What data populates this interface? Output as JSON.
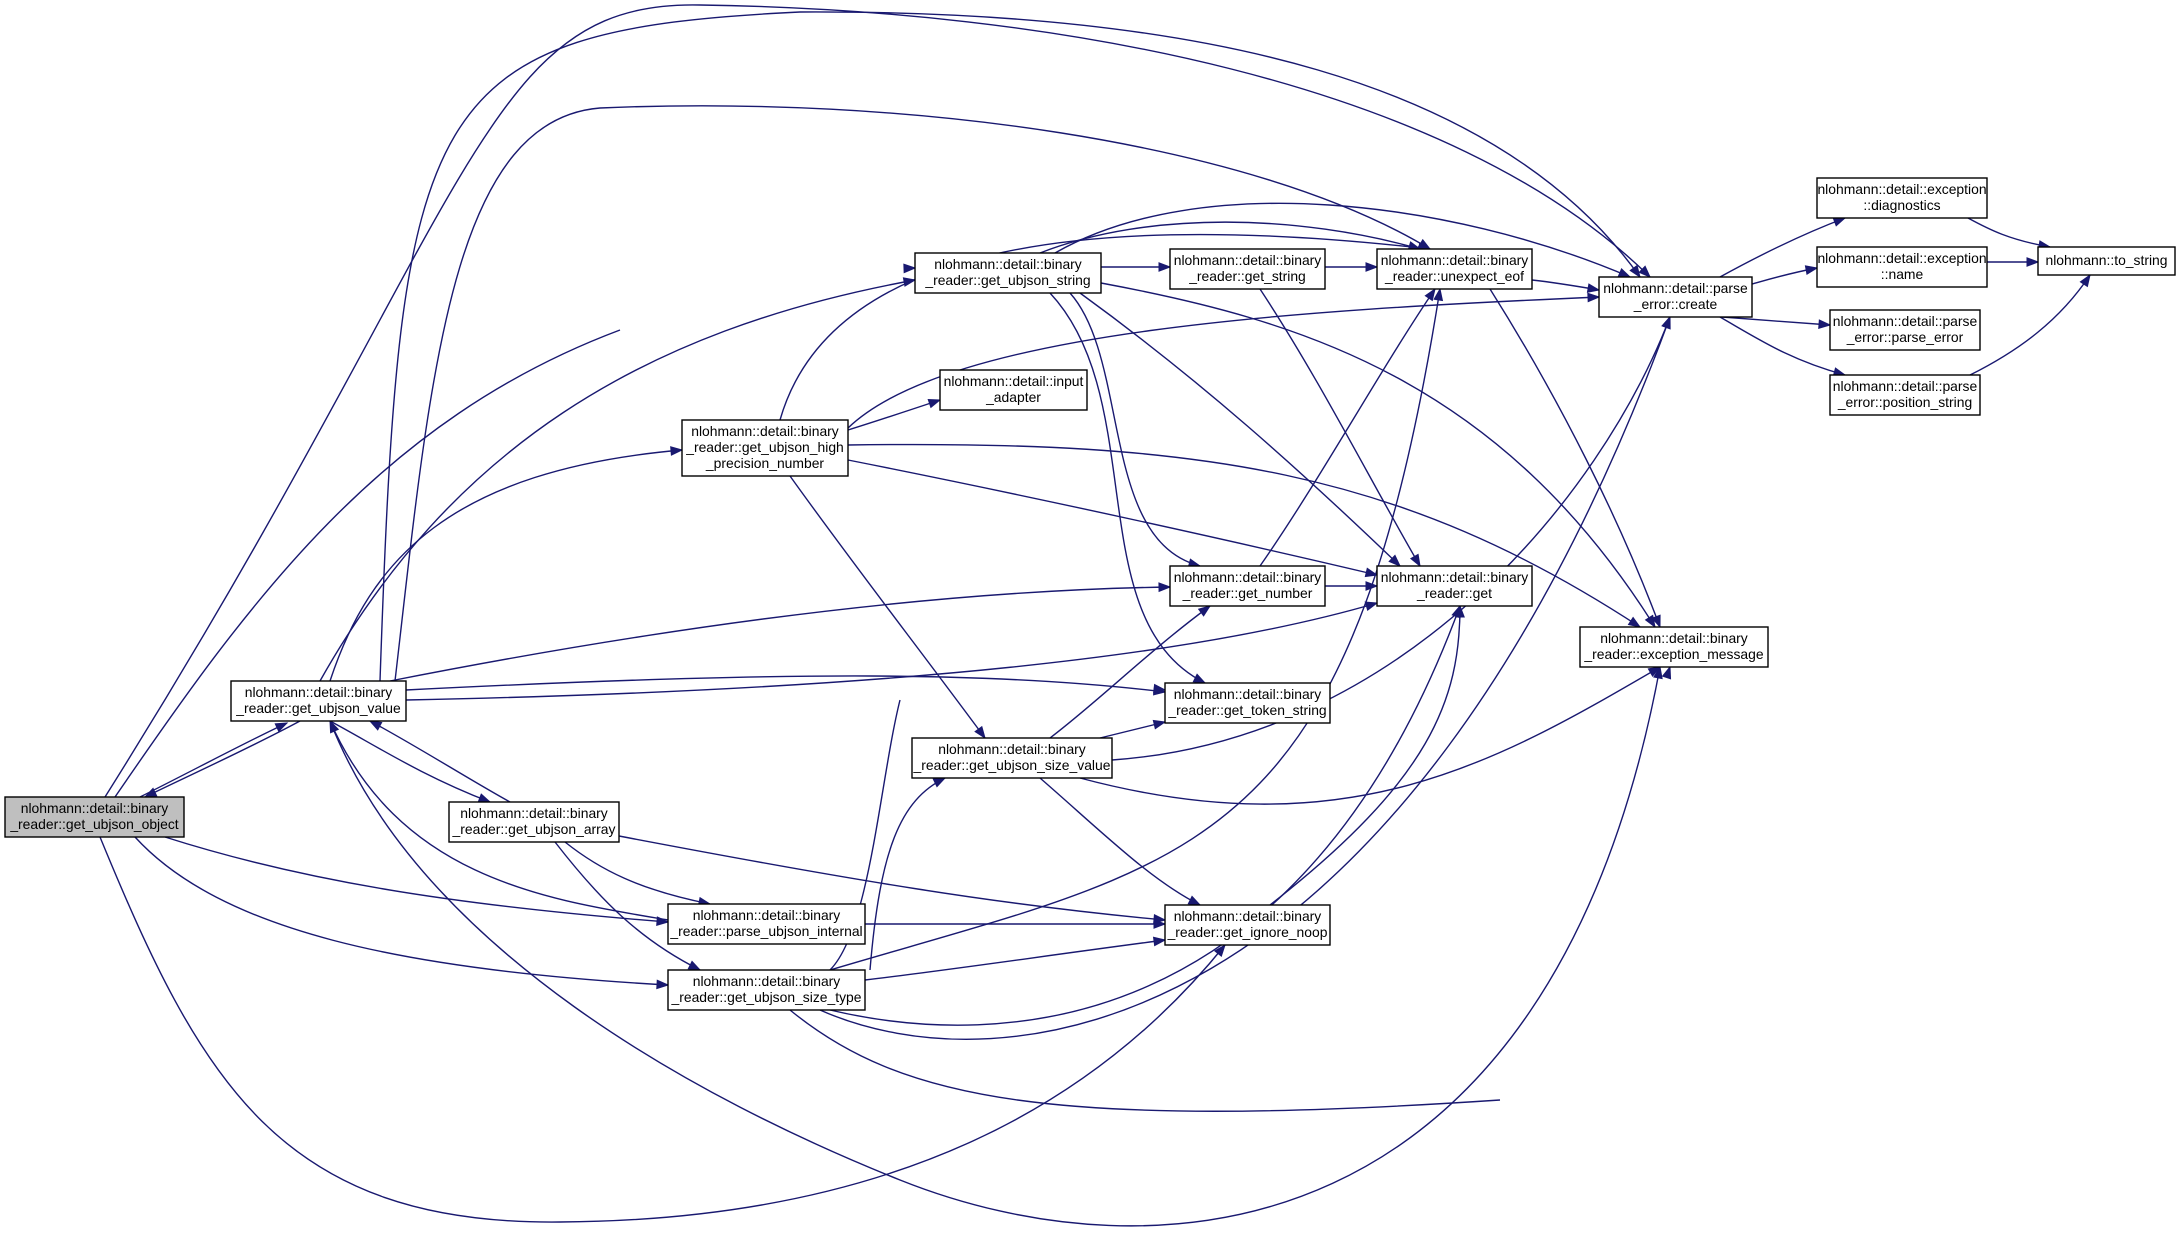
{
  "graph": {
    "edge_color": "#191970",
    "root_fill": "#bfbfbf",
    "nodes": [
      {
        "id": "get_ubjson_object",
        "lines": [
          "nlohmann::detail::binary",
          "_reader::get_ubjson_object"
        ],
        "root": true
      },
      {
        "id": "get_ubjson_value",
        "lines": [
          "nlohmann::detail::binary",
          "_reader::get_ubjson_value"
        ]
      },
      {
        "id": "get_ubjson_array",
        "lines": [
          "nlohmann::detail::binary",
          "_reader::get_ubjson_array"
        ]
      },
      {
        "id": "get_ubjson_high_precision_number",
        "lines": [
          "nlohmann::detail::binary",
          "_reader::get_ubjson_high",
          "_precision_number"
        ]
      },
      {
        "id": "parse_ubjson_internal",
        "lines": [
          "nlohmann::detail::binary",
          "_reader::parse_ubjson_internal"
        ]
      },
      {
        "id": "get_ubjson_size_type",
        "lines": [
          "nlohmann::detail::binary",
          "_reader::get_ubjson_size_type"
        ]
      },
      {
        "id": "get_ubjson_string",
        "lines": [
          "nlohmann::detail::binary",
          "_reader::get_ubjson_string"
        ]
      },
      {
        "id": "input_adapter",
        "lines": [
          "nlohmann::detail::input",
          "_adapter"
        ]
      },
      {
        "id": "get_ubjson_size_value",
        "lines": [
          "nlohmann::detail::binary",
          "_reader::get_ubjson_size_value"
        ]
      },
      {
        "id": "get_string",
        "lines": [
          "nlohmann::detail::binary",
          "_reader::get_string"
        ]
      },
      {
        "id": "get_number",
        "lines": [
          "nlohmann::detail::binary",
          "_reader::get_number"
        ]
      },
      {
        "id": "get_token_string",
        "lines": [
          "nlohmann::detail::binary",
          "_reader::get_token_string"
        ]
      },
      {
        "id": "get_ignore_noop",
        "lines": [
          "nlohmann::detail::binary",
          "_reader::get_ignore_noop"
        ]
      },
      {
        "id": "unexpect_eof",
        "lines": [
          "nlohmann::detail::binary",
          "_reader::unexpect_eof"
        ]
      },
      {
        "id": "get",
        "lines": [
          "nlohmann::detail::binary",
          "_reader::get"
        ]
      },
      {
        "id": "parse_error_create",
        "lines": [
          "nlohmann::detail::parse",
          "_error::create"
        ]
      },
      {
        "id": "exception_message",
        "lines": [
          "nlohmann::detail::binary",
          "_reader::exception_message"
        ]
      },
      {
        "id": "exception_diagnostics",
        "lines": [
          "nlohmann::detail::exception",
          "::diagnostics"
        ]
      },
      {
        "id": "exception_name",
        "lines": [
          "nlohmann::detail::exception",
          "::name"
        ]
      },
      {
        "id": "parse_error_parse_error",
        "lines": [
          "nlohmann::detail::parse",
          "_error::parse_error"
        ]
      },
      {
        "id": "parse_error_position_string",
        "lines": [
          "nlohmann::detail::parse",
          "_error::position_string"
        ]
      },
      {
        "id": "to_string",
        "lines": [
          "nlohmann::to_string"
        ]
      }
    ],
    "edges": [
      [
        "get_ubjson_object",
        "get_ubjson_value"
      ],
      [
        "get_ubjson_object",
        "get_ubjson_string"
      ],
      [
        "get_ubjson_object",
        "parse_ubjson_internal"
      ],
      [
        "get_ubjson_object",
        "get_ubjson_size_type"
      ],
      [
        "get_ubjson_object",
        "get_ignore_noop"
      ],
      [
        "get_ubjson_object",
        "parse_error_create"
      ],
      [
        "get_ubjson_value",
        "get_ubjson_object"
      ],
      [
        "get_ubjson_value",
        "get_ubjson_array"
      ],
      [
        "get_ubjson_value",
        "get_ubjson_high_precision_number"
      ],
      [
        "get_ubjson_value",
        "get_ubjson_string"
      ],
      [
        "get_ubjson_value",
        "get_number"
      ],
      [
        "get_ubjson_value",
        "get"
      ],
      [
        "get_ubjson_value",
        "get_token_string"
      ],
      [
        "get_ubjson_value",
        "unexpect_eof"
      ],
      [
        "get_ubjson_value",
        "parse_error_create"
      ],
      [
        "get_ubjson_value",
        "exception_message"
      ],
      [
        "get_ubjson_array",
        "get_ubjson_value"
      ],
      [
        "get_ubjson_array",
        "parse_ubjson_internal"
      ],
      [
        "get_ubjson_array",
        "get_ubjson_size_type"
      ],
      [
        "get_ubjson_array",
        "get_ignore_noop"
      ],
      [
        "parse_ubjson_internal",
        "get_ubjson_value"
      ],
      [
        "parse_ubjson_internal",
        "get_ignore_noop"
      ],
      [
        "get_ubjson_size_type",
        "get_ubjson_size_value"
      ],
      [
        "get_ubjson_size_type",
        "get_ignore_noop"
      ],
      [
        "get_ubjson_size_type",
        "get"
      ],
      [
        "get_ubjson_size_type",
        "unexpect_eof"
      ],
      [
        "get_ubjson_size_type",
        "parse_error_create"
      ],
      [
        "get_ubjson_size_type",
        "exception_message"
      ],
      [
        "get_ubjson_size_type",
        "get_token_string"
      ],
      [
        "get_ubjson_high_precision_number",
        "input_adapter"
      ],
      [
        "get_ubjson_high_precision_number",
        "get_ubjson_size_value"
      ],
      [
        "get_ubjson_high_precision_number",
        "get"
      ],
      [
        "get_ubjson_high_precision_number",
        "unexpect_eof"
      ],
      [
        "get_ubjson_high_precision_number",
        "parse_error_create"
      ],
      [
        "get_ubjson_high_precision_number",
        "exception_message"
      ],
      [
        "get_ubjson_string",
        "get_string"
      ],
      [
        "get_ubjson_string",
        "unexpect_eof"
      ],
      [
        "get_ubjson_string",
        "get_number"
      ],
      [
        "get_ubjson_string",
        "get_token_string"
      ],
      [
        "get_ubjson_string",
        "get"
      ],
      [
        "get_ubjson_string",
        "parse_error_create"
      ],
      [
        "get_ubjson_string",
        "exception_message"
      ],
      [
        "get_ubjson_size_value",
        "get_number"
      ],
      [
        "get_ubjson_size_value",
        "get_token_string"
      ],
      [
        "get_ubjson_size_value",
        "get_ignore_noop"
      ],
      [
        "get_ubjson_size_value",
        "parse_error_create"
      ],
      [
        "get_ubjson_size_value",
        "exception_message"
      ],
      [
        "get_string",
        "unexpect_eof"
      ],
      [
        "get_string",
        "get"
      ],
      [
        "get_number",
        "get"
      ],
      [
        "get_number",
        "unexpect_eof"
      ],
      [
        "get_ignore_noop",
        "get"
      ],
      [
        "unexpect_eof",
        "parse_error_create"
      ],
      [
        "unexpect_eof",
        "exception_message"
      ],
      [
        "parse_error_create",
        "exception_diagnostics"
      ],
      [
        "parse_error_create",
        "exception_name"
      ],
      [
        "parse_error_create",
        "parse_error_parse_error"
      ],
      [
        "parse_error_create",
        "parse_error_position_string"
      ],
      [
        "exception_diagnostics",
        "to_string"
      ],
      [
        "exception_name",
        "to_string"
      ],
      [
        "parse_error_position_string",
        "to_string"
      ]
    ]
  }
}
